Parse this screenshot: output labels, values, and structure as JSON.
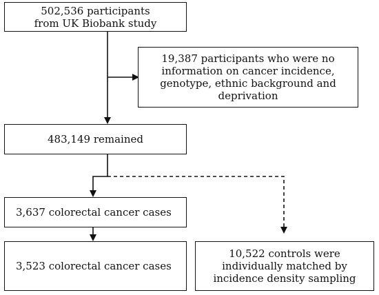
{
  "boxes": {
    "participants": [
      "502,536 participants",
      "from UK Biobank study"
    ],
    "excluded": [
      "19,387 participants who were no",
      "information on cancer incidence,",
      "genotype, ethnic background and",
      "deprivation"
    ],
    "remained": "483,149 remained",
    "cases_initial": "3,637 colorectal cancer cases",
    "cases_final": "3,523 colorectal cancer cases",
    "controls": [
      "10,522 controls were",
      "individually matched by",
      "incidence density sampling"
    ]
  }
}
